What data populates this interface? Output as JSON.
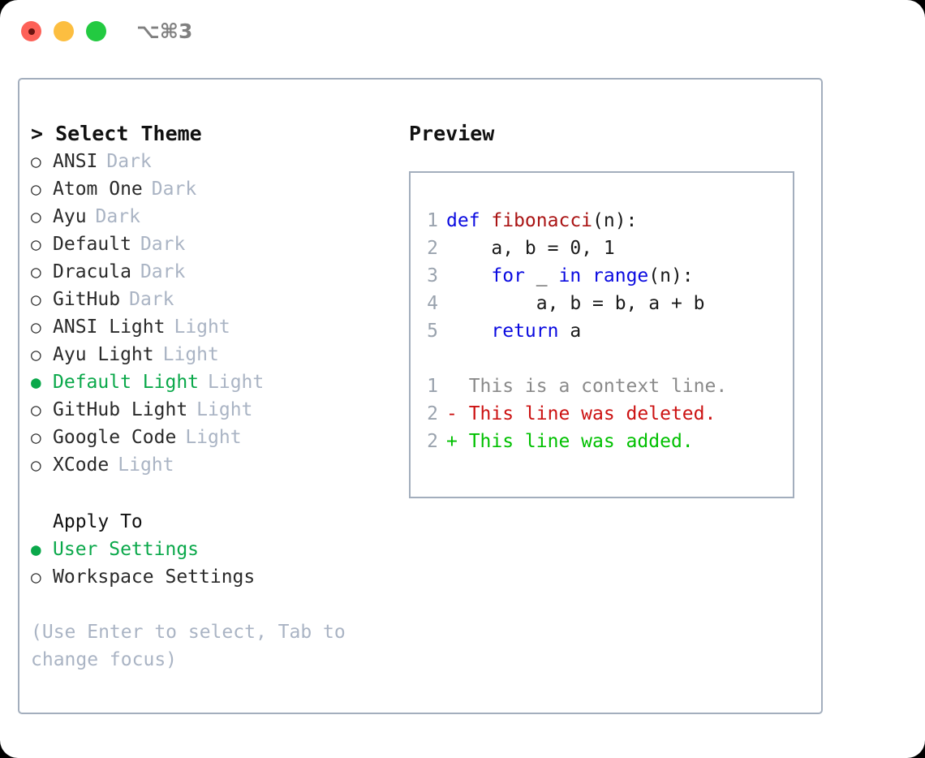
{
  "window": {
    "shortcut": "⌥⌘3",
    "traffic_lights": [
      {
        "name": "close",
        "color": "#fd6158"
      },
      {
        "name": "minimize",
        "color": "#fcbe40"
      },
      {
        "name": "maximize",
        "color": "#23ca41"
      }
    ]
  },
  "theme_list": {
    "header": "> Select Theme",
    "marker_selected": "●",
    "marker_unselected": "○",
    "items": [
      {
        "label": "ANSI",
        "tag": "Dark",
        "selected": false
      },
      {
        "label": "Atom One",
        "tag": "Dark",
        "selected": false
      },
      {
        "label": "Ayu",
        "tag": "Dark",
        "selected": false
      },
      {
        "label": "Default",
        "tag": "Dark",
        "selected": false
      },
      {
        "label": "Dracula",
        "tag": "Dark",
        "selected": false
      },
      {
        "label": "GitHub",
        "tag": "Dark",
        "selected": false
      },
      {
        "label": "ANSI Light",
        "tag": "Light",
        "selected": false
      },
      {
        "label": "Ayu Light",
        "tag": "Light",
        "selected": false
      },
      {
        "label": "Default Light",
        "tag": "Light",
        "selected": true
      },
      {
        "label": "GitHub Light",
        "tag": "Light",
        "selected": false
      },
      {
        "label": "Google Code",
        "tag": "Light",
        "selected": false
      },
      {
        "label": "XCode",
        "tag": "Light",
        "selected": false
      }
    ]
  },
  "apply_to": {
    "header": "Apply To",
    "items": [
      {
        "label": "User Settings",
        "selected": true
      },
      {
        "label": "Workspace Settings",
        "selected": false
      }
    ]
  },
  "hint": "(Use Enter to select, Tab to change focus)",
  "preview": {
    "header": "Preview",
    "code_lines": [
      {
        "lineno": "1",
        "segments": [
          {
            "text": "def ",
            "style": "kw"
          },
          {
            "text": "fibonacci",
            "style": "fn"
          },
          {
            "text": "(n):",
            "style": "pl"
          }
        ]
      },
      {
        "lineno": "2",
        "segments": [
          {
            "text": "    a, b = 0, 1",
            "style": "pl"
          }
        ]
      },
      {
        "lineno": "3",
        "segments": [
          {
            "text": "    ",
            "style": "pl"
          },
          {
            "text": "for",
            "style": "kw"
          },
          {
            "text": " _ ",
            "style": "pl"
          },
          {
            "text": "in range",
            "style": "kw"
          },
          {
            "text": "(n):",
            "style": "pl"
          }
        ]
      },
      {
        "lineno": "4",
        "segments": [
          {
            "text": "        a, b = b, a + b",
            "style": "pl"
          }
        ]
      },
      {
        "lineno": "5",
        "segments": [
          {
            "text": "    ",
            "style": "pl"
          },
          {
            "text": "return",
            "style": "kw"
          },
          {
            "text": " a",
            "style": "pl"
          }
        ]
      }
    ],
    "diff_lines": [
      {
        "lineno": "1",
        "marker": " ",
        "text": "  This is a context line.",
        "style": "ctx"
      },
      {
        "lineno": "2",
        "marker": "-",
        "text": "- This line was deleted.",
        "style": "del"
      },
      {
        "lineno": "2",
        "marker": "+",
        "text": "+ This line was added.",
        "style": "add"
      }
    ]
  },
  "colors": {
    "accent_green": "#0aa84a",
    "border": "#a3aebd",
    "muted_tag": "#aab4c4",
    "keyword_blue": "#0a0ae0",
    "function_red": "#aa1414",
    "diff_add": "#00c000",
    "diff_del": "#cc1212",
    "lineno_grey": "#9aa3ae"
  }
}
